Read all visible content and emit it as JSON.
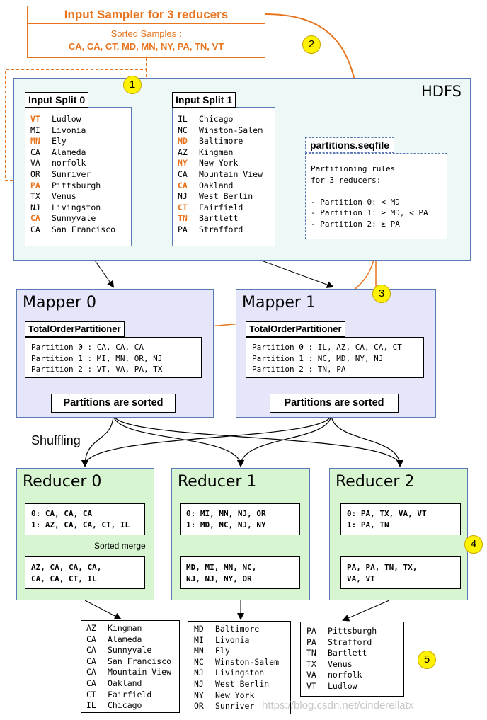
{
  "sampler": {
    "title": "Input Sampler for 3 reducers",
    "subtitle": "Sorted Samples :",
    "samples": "CA, CA, CT, MD, MN, NY, PA, TN, VT"
  },
  "hdfs": {
    "label": "HDFS",
    "split0": {
      "title": "Input Split 0",
      "records": [
        {
          "state": "VT",
          "city": "Ludlow",
          "sample": true
        },
        {
          "state": "MI",
          "city": "Livonia",
          "sample": false
        },
        {
          "state": "MN",
          "city": "Ely",
          "sample": true
        },
        {
          "state": "CA",
          "city": "Alameda",
          "sample": false
        },
        {
          "state": "VA",
          "city": "norfolk",
          "sample": false
        },
        {
          "state": "OR",
          "city": "Sunriver",
          "sample": false
        },
        {
          "state": "PA",
          "city": "Pittsburgh",
          "sample": true
        },
        {
          "state": "TX",
          "city": "Venus",
          "sample": false
        },
        {
          "state": "NJ",
          "city": "Livingston",
          "sample": false
        },
        {
          "state": "CA",
          "city": "Sunnyvale",
          "sample": true
        },
        {
          "state": "CA",
          "city": "San Francisco",
          "sample": false
        }
      ]
    },
    "split1": {
      "title": "Input Split 1",
      "records": [
        {
          "state": "IL",
          "city": "Chicago",
          "sample": false
        },
        {
          "state": "NC",
          "city": "Winston-Salem",
          "sample": false
        },
        {
          "state": "MD",
          "city": "Baltimore",
          "sample": true
        },
        {
          "state": "AZ",
          "city": "Kingman",
          "sample": false
        },
        {
          "state": "NY",
          "city": "New York",
          "sample": true
        },
        {
          "state": "CA",
          "city": "Mountain View",
          "sample": false
        },
        {
          "state": "CA",
          "city": "Oakland",
          "sample": true
        },
        {
          "state": "NJ",
          "city": "West Berlin",
          "sample": false
        },
        {
          "state": "CT",
          "city": "Fairfield",
          "sample": true
        },
        {
          "state": "TN",
          "city": "Bartlett",
          "sample": true
        },
        {
          "state": "PA",
          "city": "Strafford",
          "sample": false
        }
      ]
    },
    "partitions_file": {
      "title": "partitions.seqfile",
      "lines": [
        "Partitioning rules",
        "for 3 reducers:",
        "",
        "- Partition 0: < MD",
        "- Partition 1: ≥ MD, < PA",
        "- Partition 2: ≥ PA"
      ]
    }
  },
  "mappers": [
    {
      "title": "Mapper 0",
      "partitioner": "TotalOrderPartitioner",
      "partitions": [
        "Partition 0 : CA, CA, CA",
        "Partition 1 : MI, MN, OR, NJ",
        "Partition 2 : VT, VA, PA, TX"
      ],
      "sorted_label": "Partitions are sorted"
    },
    {
      "title": "Mapper 1",
      "partitioner": "TotalOrderPartitioner",
      "partitions": [
        "Partition 0 : IL, AZ, CA, CA, CT",
        "Partition 1 : NC, MD, NY, NJ",
        "Partition 2 : TN, PA"
      ],
      "sorted_label": "Partitions are sorted"
    }
  ],
  "shuffling_label": "Shuffling",
  "sorted_merge_label": "Sorted merge",
  "reducers": [
    {
      "title": "Reducer 0",
      "inputs": [
        "0: CA, CA, CA",
        "1: AZ, CA, CA, CT, IL"
      ],
      "merged": [
        "AZ, CA, CA, CA,",
        "CA, CA, CT, IL"
      ]
    },
    {
      "title": "Reducer 1",
      "inputs": [
        "0: MI, MN, NJ, OR",
        "1: MD, NC, NJ, NY"
      ],
      "merged": [
        "MD, MI, MN, NC,",
        "NJ, NJ, NY, OR"
      ]
    },
    {
      "title": "Reducer 2",
      "inputs": [
        "0: PA, TX, VA, VT",
        "1: PA, TN"
      ],
      "merged": [
        "PA, PA, TN, TX,",
        "VA, VT"
      ]
    }
  ],
  "outputs": [
    {
      "records": [
        {
          "state": "AZ",
          "city": "Kingman"
        },
        {
          "state": "CA",
          "city": "Alameda"
        },
        {
          "state": "CA",
          "city": "Sunnyvale"
        },
        {
          "state": "CA",
          "city": "San Francisco"
        },
        {
          "state": "CA",
          "city": "Mountain View"
        },
        {
          "state": "CA",
          "city": "Oakland"
        },
        {
          "state": "CT",
          "city": "Fairfield"
        },
        {
          "state": "IL",
          "city": "Chicago"
        }
      ]
    },
    {
      "records": [
        {
          "state": "MD",
          "city": "Baltimore"
        },
        {
          "state": "MI",
          "city": "Livonia"
        },
        {
          "state": "MN",
          "city": "Ely"
        },
        {
          "state": "NC",
          "city": "Winston-Salem"
        },
        {
          "state": "NJ",
          "city": "Livingston"
        },
        {
          "state": "NJ",
          "city": "West Berlin"
        },
        {
          "state": "NY",
          "city": "New York"
        },
        {
          "state": "OR",
          "city": "Sunriver"
        }
      ]
    },
    {
      "records": [
        {
          "state": "PA",
          "city": "Pittsburgh"
        },
        {
          "state": "PA",
          "city": "Strafford"
        },
        {
          "state": "TN",
          "city": "Bartlett"
        },
        {
          "state": "TX",
          "city": "Venus"
        },
        {
          "state": "VA",
          "city": "norfolk"
        },
        {
          "state": "VT",
          "city": "Ludlow"
        }
      ]
    }
  ],
  "badges": [
    "1",
    "2",
    "3",
    "4",
    "5"
  ],
  "watermark": "https://blog.csdn.net/cinderellatx",
  "colors": {
    "accent": "#e8741e",
    "hdfs_bg": "#eef9f7",
    "mapper_bg": "#e6e6fa",
    "reducer_bg": "#d6f5d0",
    "badge": "#fff200"
  }
}
